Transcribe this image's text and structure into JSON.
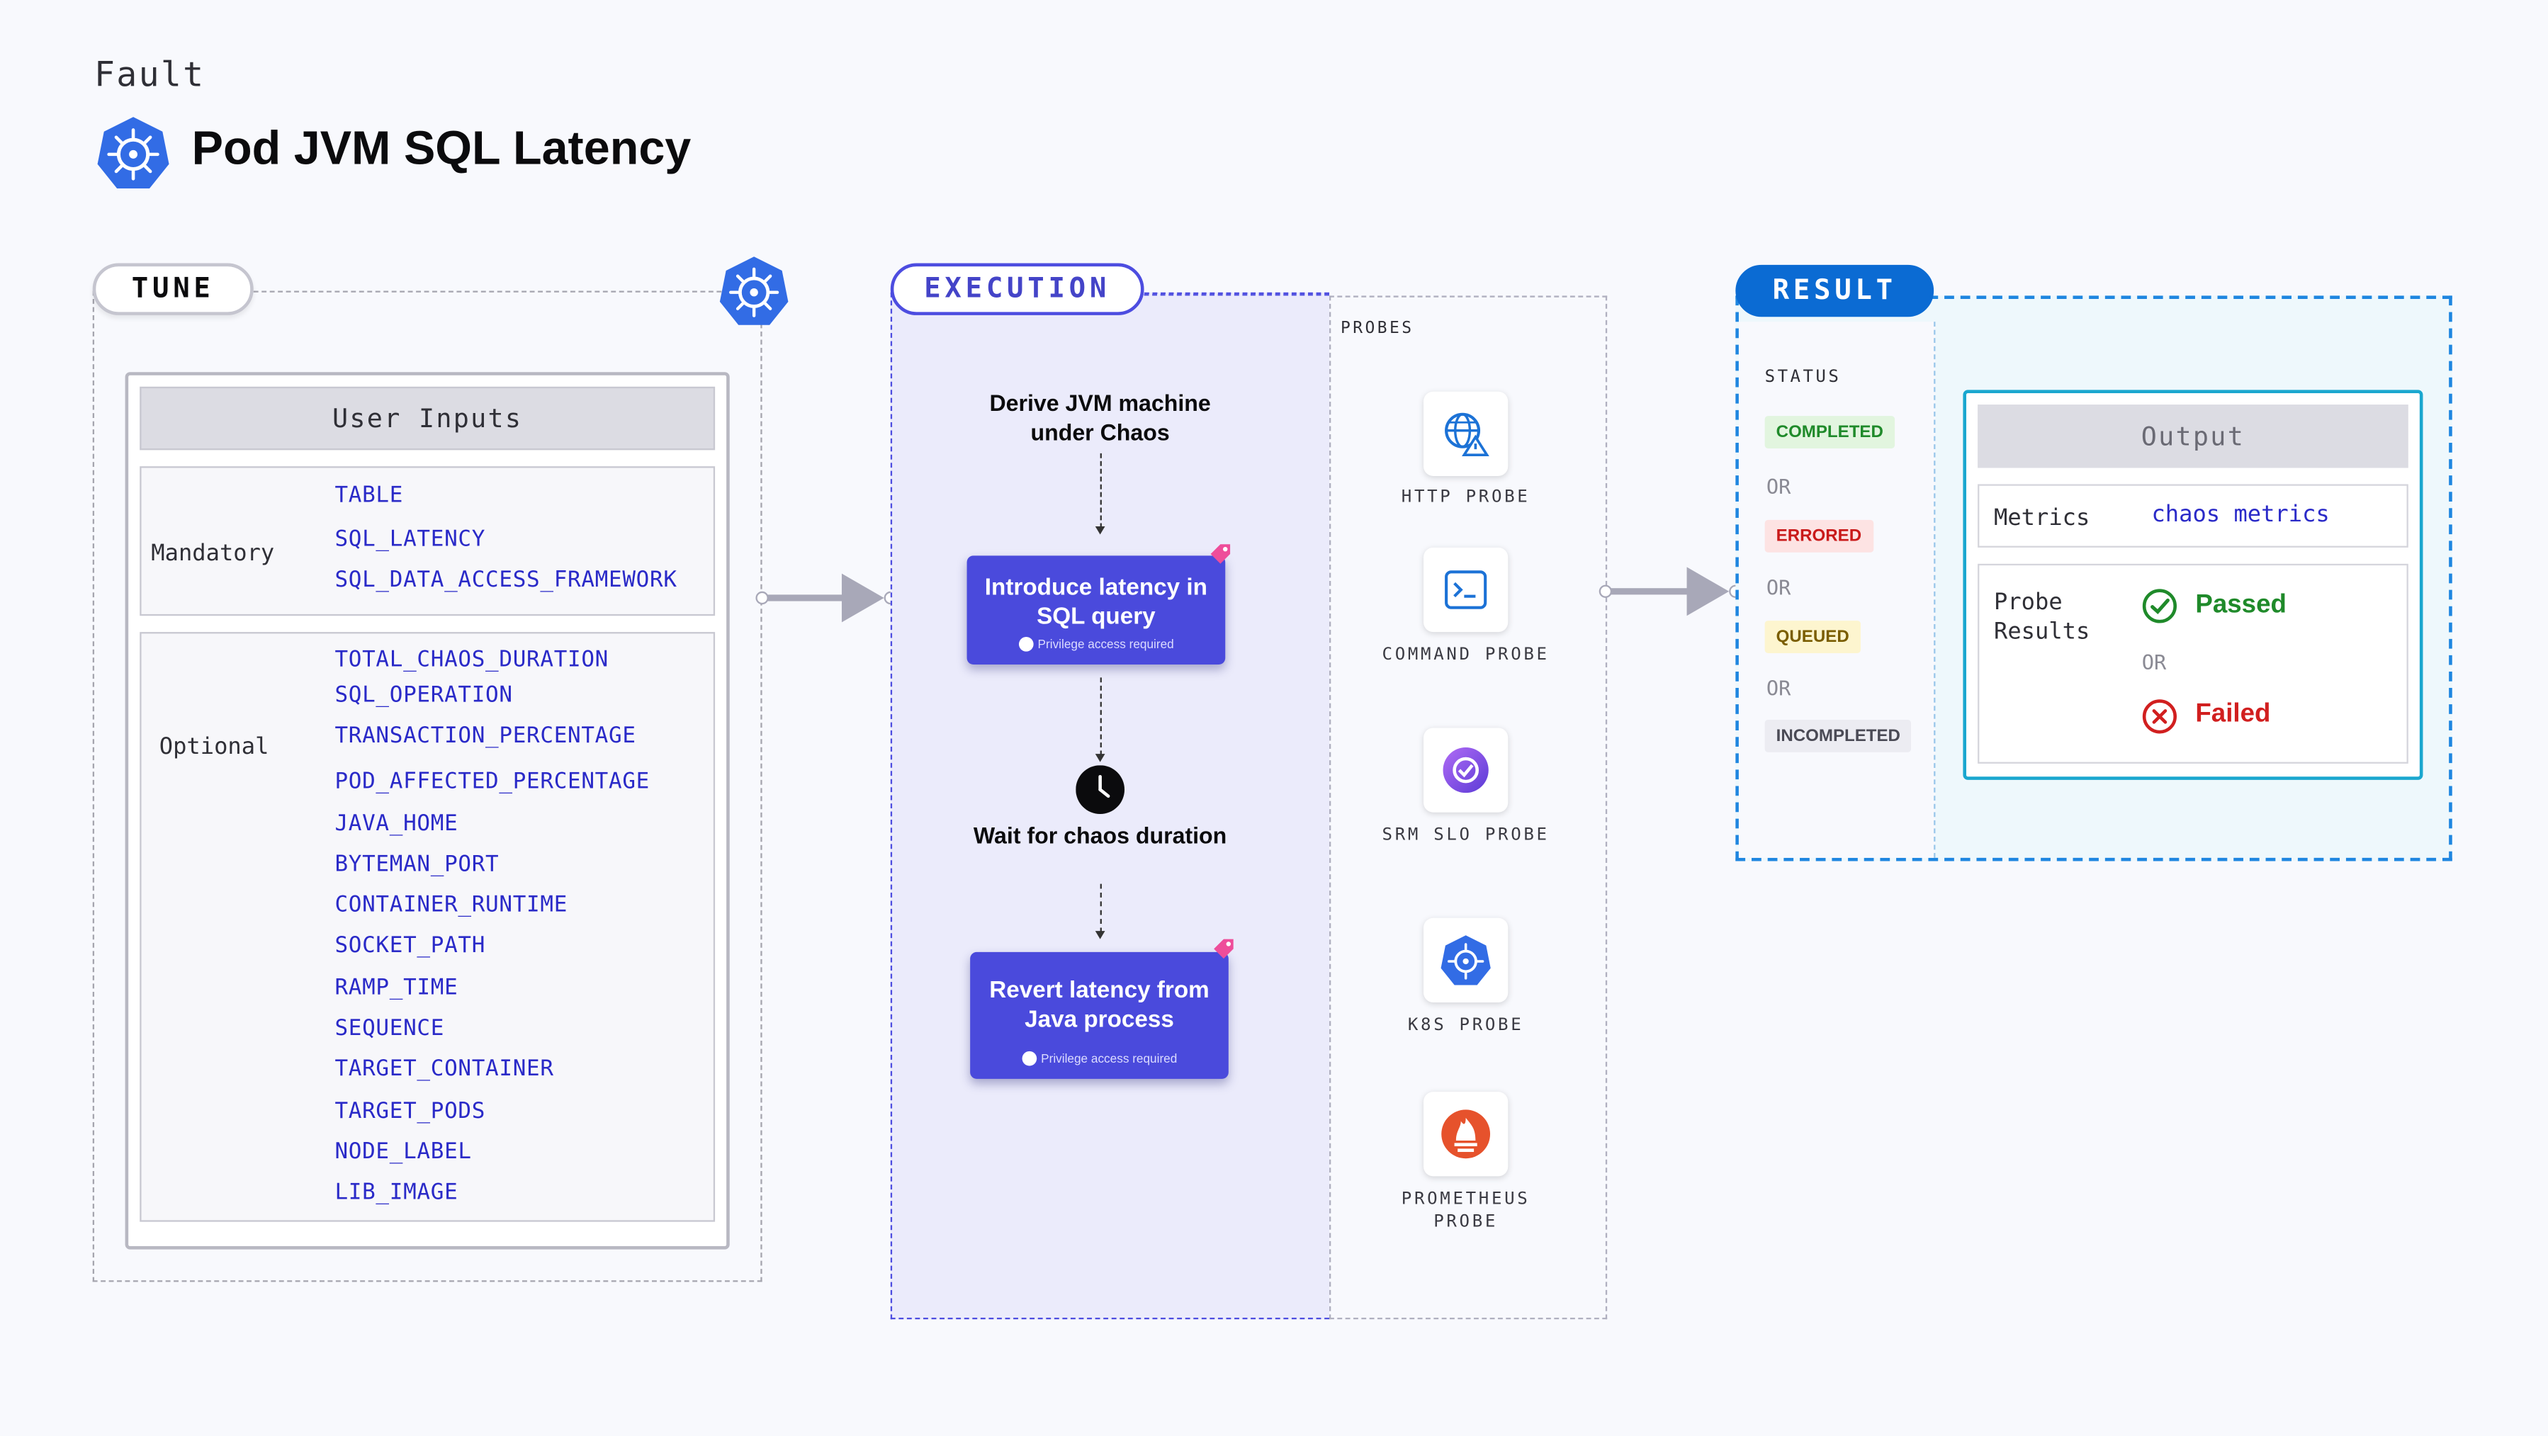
{
  "header": {
    "category": "Fault",
    "title": "Pod JVM SQL Latency",
    "logo_icon": "kubernetes-icon",
    "brand_color": "#326ce5"
  },
  "tune": {
    "label": "TUNE",
    "user_inputs_title": "User Inputs",
    "mandatory_label": "Mandatory",
    "mandatory": [
      "TABLE",
      "SQL_LATENCY",
      "SQL_DATA_ACCESS_FRAMEWORK"
    ],
    "optional_label": "Optional",
    "optional": [
      "TOTAL_CHAOS_DURATION",
      "SQL_OPERATION",
      "TRANSACTION_PERCENTAGE",
      "POD_AFFECTED_PERCENTAGE",
      "JAVA_HOME",
      "BYTEMAN_PORT",
      "CONTAINER_RUNTIME",
      "SOCKET_PATH",
      "RAMP_TIME",
      "SEQUENCE",
      "TARGET_CONTAINER",
      "TARGET_PODS",
      "NODE_LABEL",
      "LIB_IMAGE"
    ]
  },
  "execution": {
    "label": "EXECUTION",
    "step1": "Derive JVM machine under Chaos",
    "action1": "Introduce latency in SQL query",
    "privilege_note": "Privilege access required",
    "step2": "Wait for chaos duration",
    "action2": "Revert latency from Java process",
    "accent_color": "#4a4adc"
  },
  "probes": {
    "title": "PROBES",
    "items": [
      {
        "label": "HTTP PROBE",
        "icon": "globe-alert-icon"
      },
      {
        "label": "COMMAND PROBE",
        "icon": "terminal-icon"
      },
      {
        "label": "SRM SLO PROBE",
        "icon": "slo-gauge-icon"
      },
      {
        "label": "K8S PROBE",
        "icon": "kubernetes-icon"
      },
      {
        "label": "PROMETHEUS PROBE",
        "icon": "prometheus-icon"
      }
    ]
  },
  "result": {
    "label": "RESULT",
    "status_title": "STATUS",
    "statuses": [
      "COMPLETED",
      "ERRORED",
      "QUEUED",
      "INCOMPLETED"
    ],
    "or_text": "OR",
    "output_title": "Output",
    "metrics_key": "Metrics",
    "metrics_value": "chaos metrics",
    "probe_results_key": "Probe Results",
    "passed": "Passed",
    "failed": "Failed",
    "pass_color": "#1f8a2a",
    "fail_color": "#d11f1f"
  }
}
